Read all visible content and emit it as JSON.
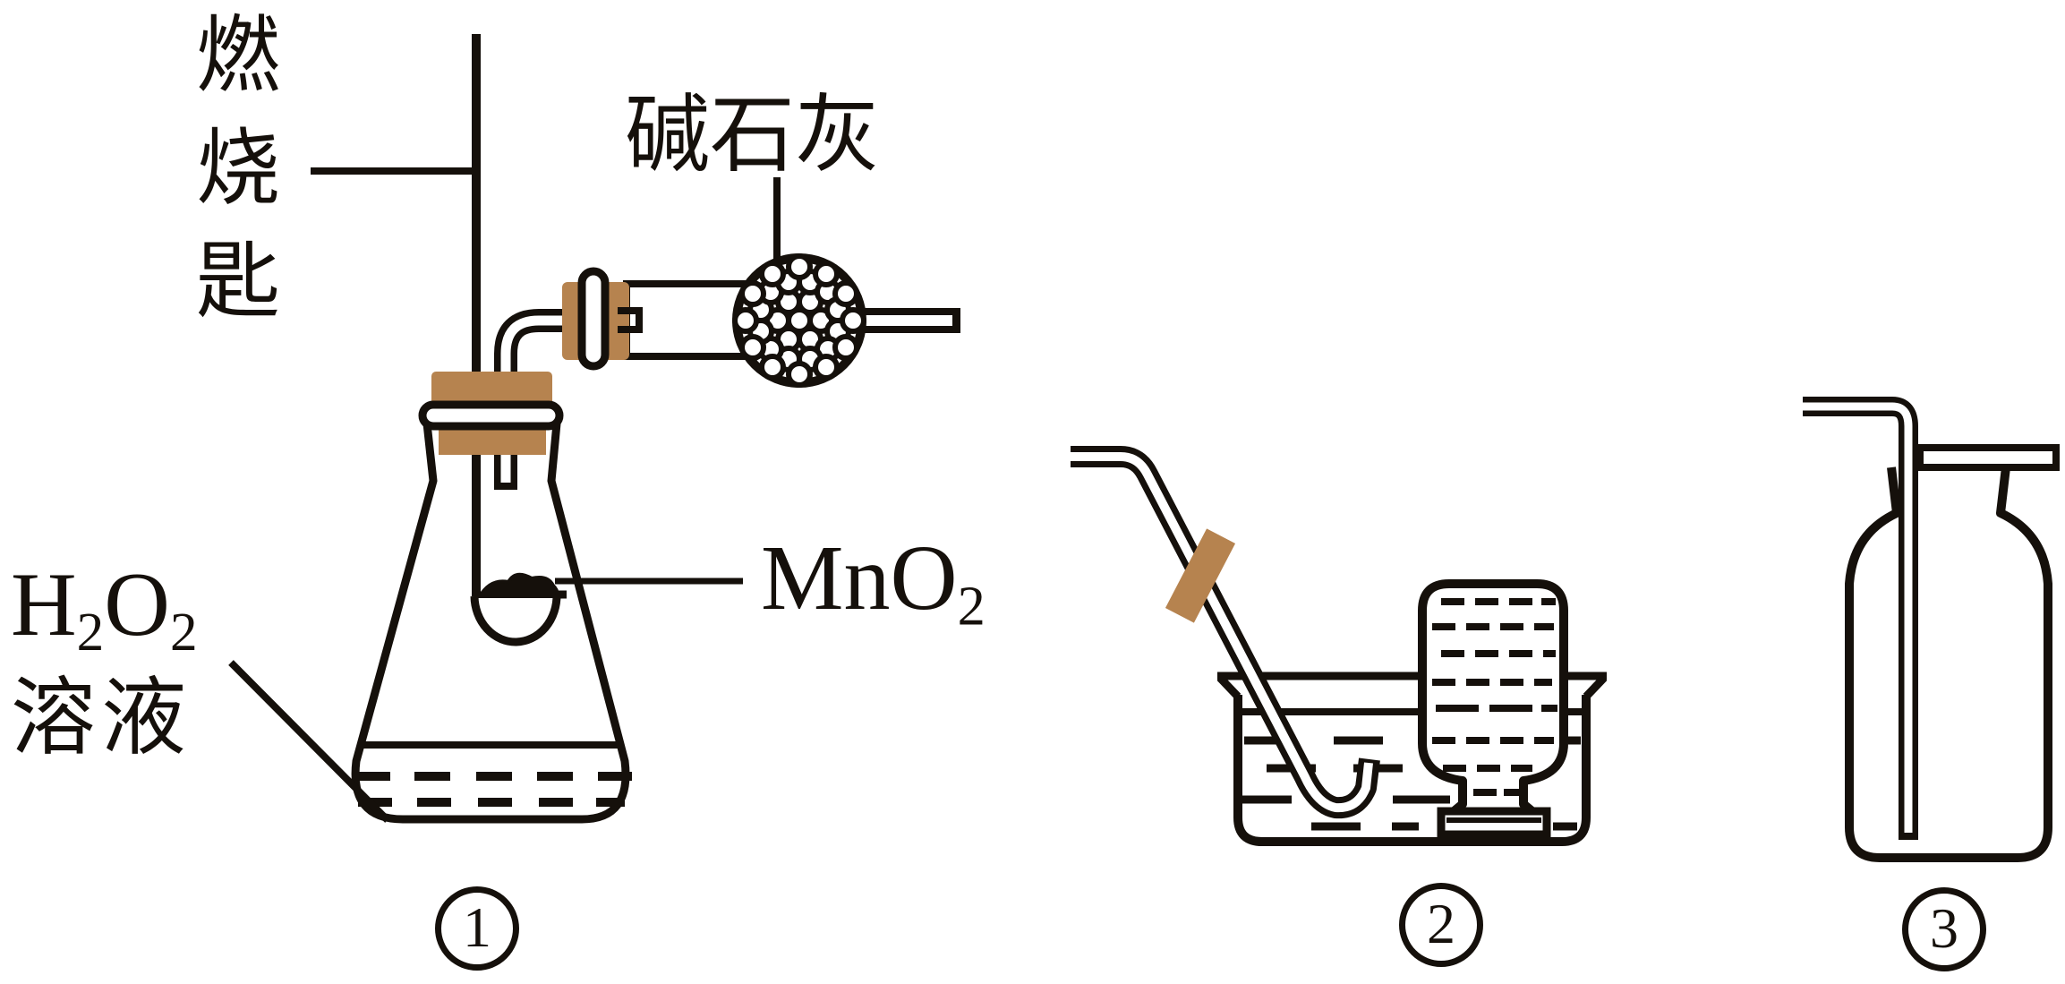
{
  "colors": {
    "line": "#15100b",
    "rubber": "#b6834f",
    "paper": "#ffffff"
  },
  "figure": {
    "apparatus_generator": {
      "labels": {
        "combustion_spoon_chars": [
          "燃",
          "烧",
          "匙"
        ],
        "soda_lime": "碱石灰",
        "catalyst": {
          "formula": "MnO",
          "subscript": "2"
        },
        "solution": {
          "el1": "H",
          "sub1": "2",
          "el2": "O",
          "sub2": "2",
          "word": "溶液"
        }
      },
      "number": "1"
    },
    "apparatus_water_collection": {
      "number": "2"
    },
    "apparatus_air_collection": {
      "number": "3"
    }
  }
}
